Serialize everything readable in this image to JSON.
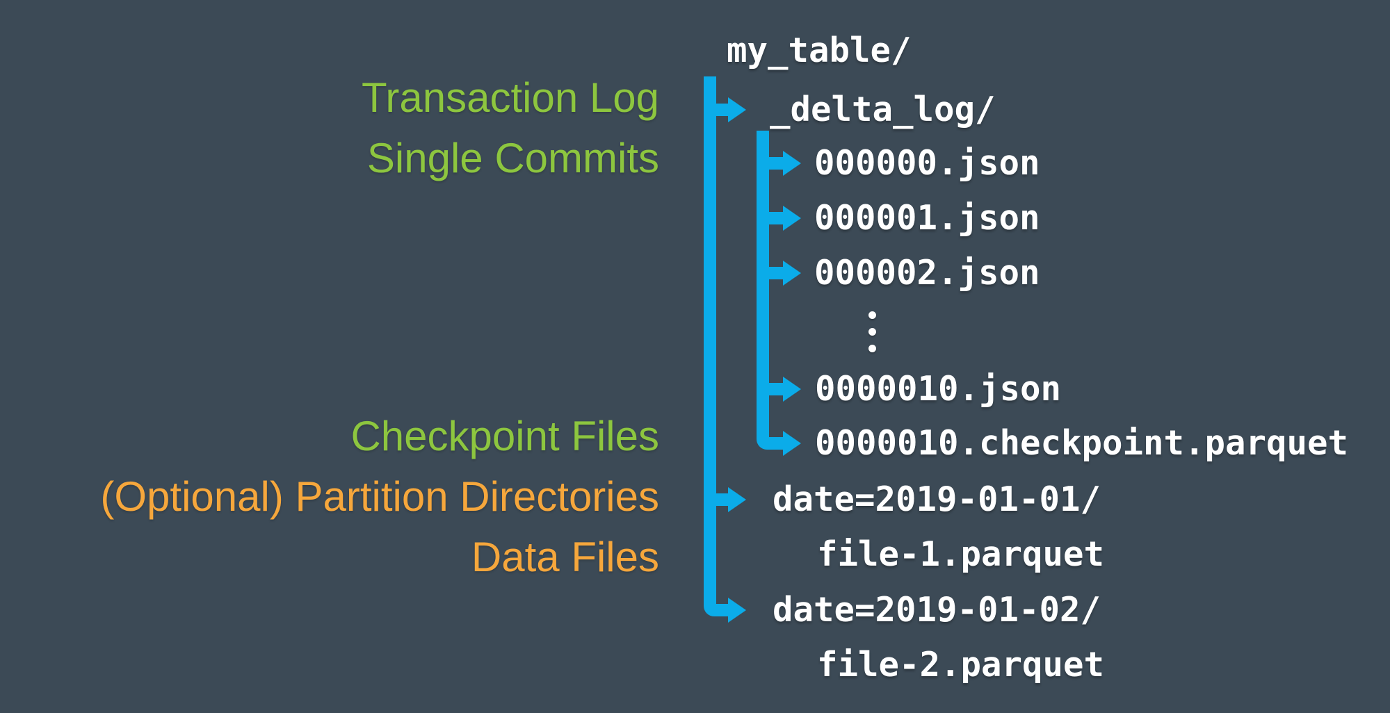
{
  "colors": {
    "background": "#3C4A56",
    "arrow": "#0BACE9",
    "tree-text": "#FFFFFF",
    "green": "#8DC63F",
    "orange": "#F6A73C"
  },
  "annotations": {
    "top": [
      {
        "text": "Transaction Log",
        "color": "green"
      },
      {
        "text": "Single Commits",
        "color": "green"
      }
    ],
    "bottom": [
      {
        "text": "Checkpoint Files",
        "color": "green"
      },
      {
        "text": "(Optional) Partition Directories",
        "color": "orange"
      },
      {
        "text": "Data Files",
        "color": "orange"
      }
    ]
  },
  "tree": {
    "root": "my_table/",
    "delta_log_dir": "_delta_log/",
    "commit_files": [
      "000000.json",
      "000001.json",
      "000002.json"
    ],
    "ellipsis": "⋮",
    "later_files": [
      "0000010.json",
      "0000010.checkpoint.parquet"
    ],
    "partitions": [
      {
        "dir": "date=2019-01-01/",
        "file": "file-1.parquet"
      },
      {
        "dir": "date=2019-01-02/",
        "file": "file-2.parquet"
      }
    ]
  },
  "icons": {
    "connectors": "blue-tree-arrows",
    "ellipsis": "vertical-ellipsis"
  }
}
